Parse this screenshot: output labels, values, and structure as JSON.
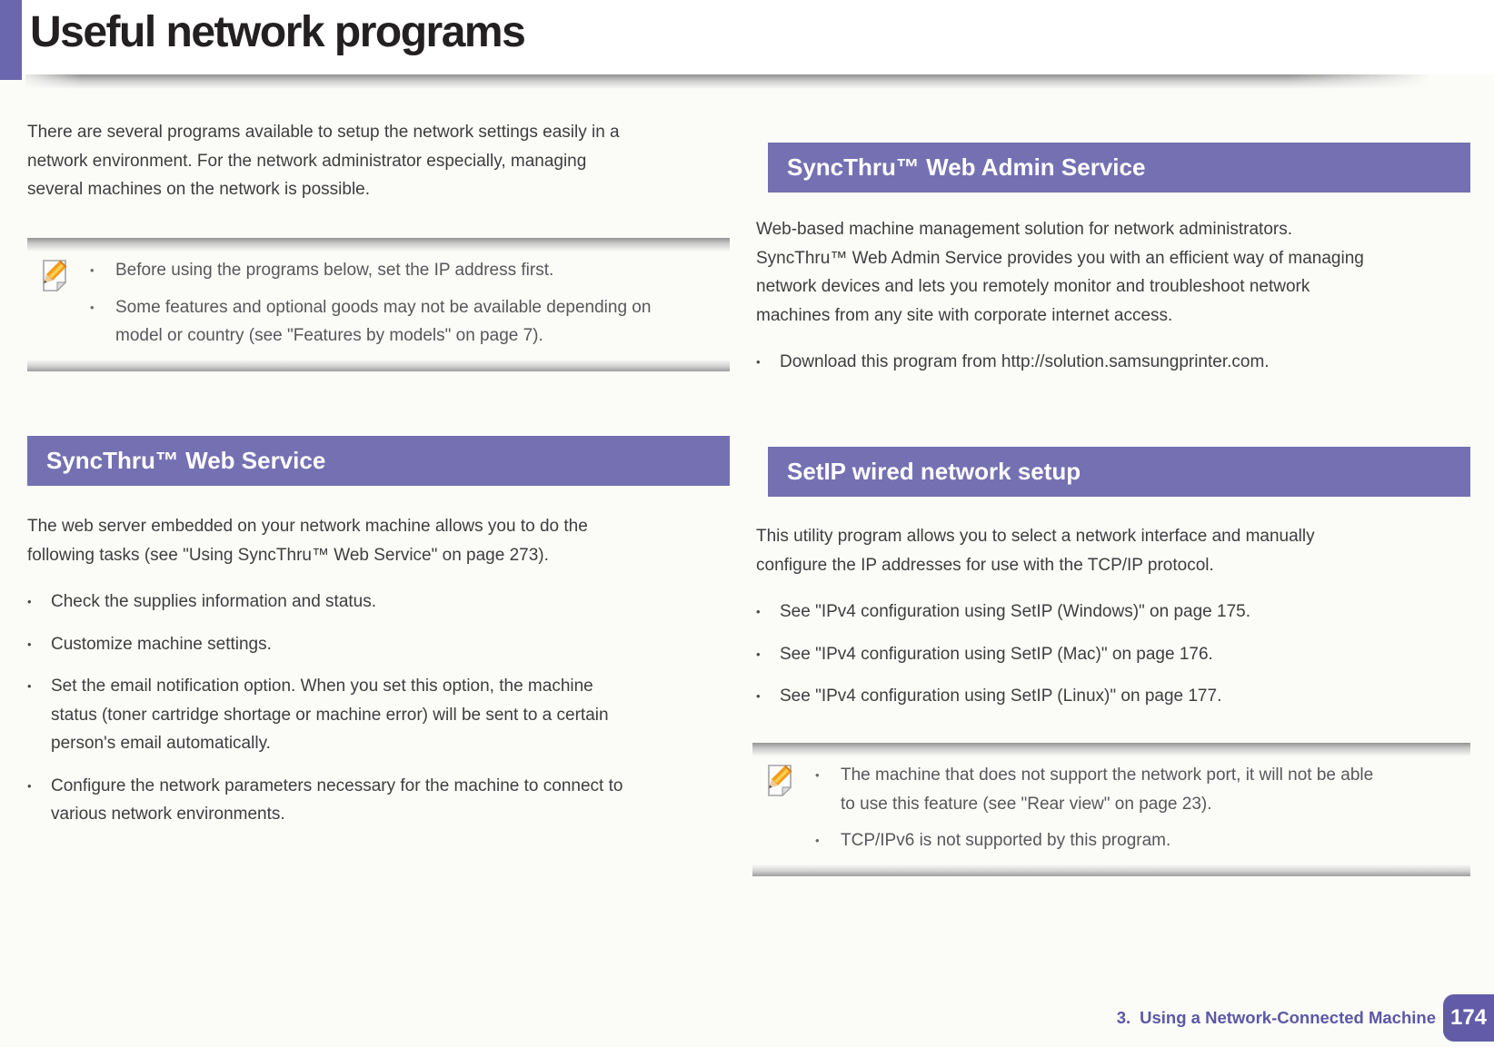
{
  "page": {
    "title": "Useful network programs",
    "footer": {
      "chapter_number": "3.",
      "chapter_title": "Using a Network-Connected Machine",
      "page_number": "174"
    }
  },
  "colors": {
    "section_header_bg": "#7470b2",
    "accent_bar": "#6a67ae",
    "footer_purple": "#5d58a5",
    "page_badge_bg": "#625ca8",
    "body_text": "#3e3e3e",
    "note_text": "#58585a"
  },
  "icons": {
    "note_icon_name": "note-pencil-icon"
  },
  "intro": {
    "text": "There are several programs available to setup the network settings easily in a\nnetwork environment. For the network administrator especially, managing\nseveral machines on the network is possible."
  },
  "notes": {
    "top": {
      "bullets": [
        "Before using the programs below, set the IP address first.",
        "Some features and optional goods may not be available depending on\nmodel or country (see \"Features by models\" on page 7)."
      ]
    },
    "bottom": {
      "bullets": [
        "The machine that does not support the network port, it will not be able\nto use this feature (see \"Rear view\" on page 23).",
        "TCP/IPv6 is not supported by this program."
      ]
    }
  },
  "sections": {
    "web_service": {
      "title": "SyncThru™ Web Service",
      "body": "The web server embedded on your network machine allows you to do the\nfollowing tasks (see \"Using SyncThru™ Web Service\" on page 273).",
      "bullets": [
        "Check the supplies information and status.",
        "Customize machine settings.",
        "Set the email notification option. When you set this option, the machine\nstatus (toner cartridge shortage or machine error) will be sent to a certain\nperson's email automatically.",
        "Configure the network parameters necessary for the machine to connect to\nvarious network environments."
      ]
    },
    "web_admin": {
      "title": "SyncThru™ Web Admin Service",
      "body": "Web-based machine management solution for network administrators.\nSyncThru™ Web Admin Service provides you with an efficient way of managing\nnetwork devices and lets you remotely monitor and troubleshoot network\nmachines from any site with corporate internet access.",
      "bullets": [
        "Download this program from http://solution.samsungprinter.com."
      ]
    },
    "setip": {
      "title": "SetIP wired network setup",
      "body": "This utility program allows you to select a network interface and manually\nconfigure the IP addresses for use with the TCP/IP protocol.",
      "bullets": [
        "See \"IPv4 configuration using SetIP (Windows)\" on page 175.",
        "See \"IPv4 configuration using SetIP (Mac)\" on page 176.",
        "See \"IPv4 configuration using SetIP (Linux)\" on page 177."
      ]
    }
  }
}
